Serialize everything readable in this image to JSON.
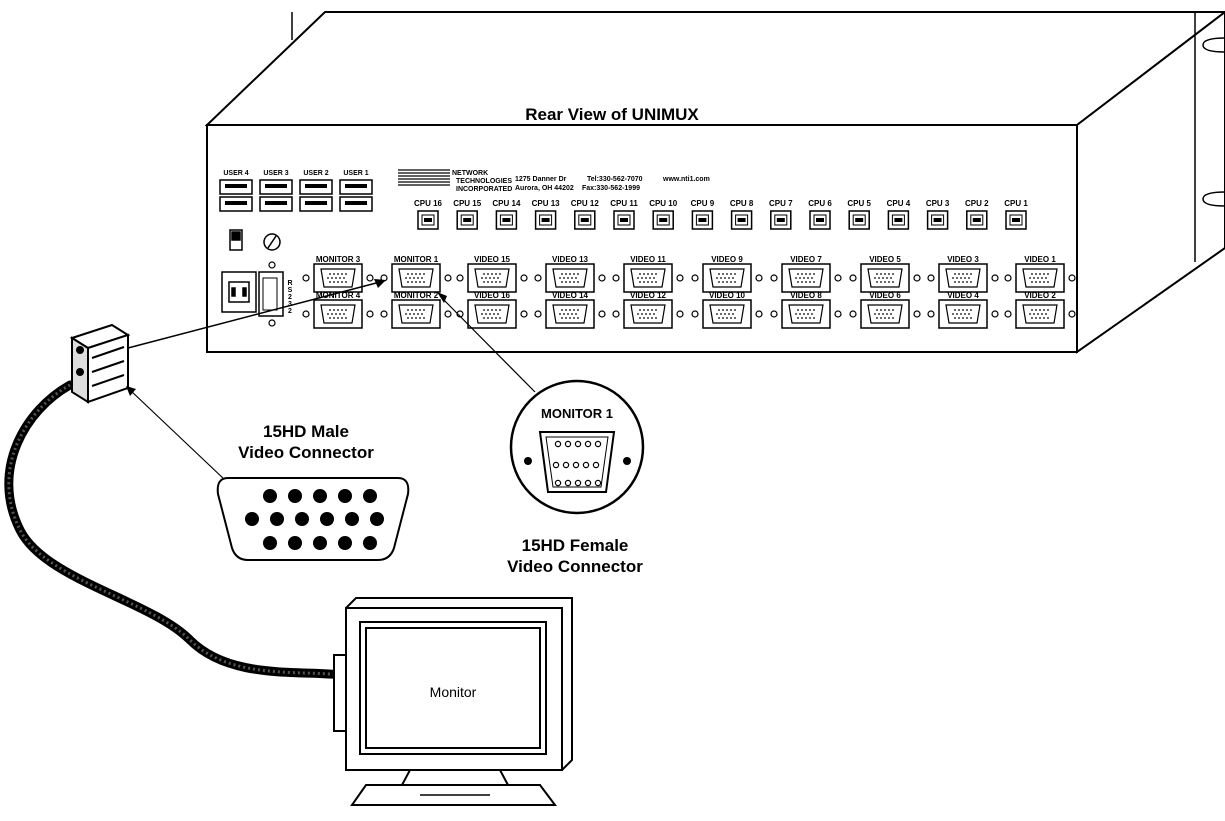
{
  "title": "Rear View of UNIMUX",
  "company": {
    "name_line1": "NETWORK",
    "name_line2": "TECHNOLOGIES",
    "name_line3": "INCORPORATED",
    "address_line1": "1275 Danner Dr",
    "address_line2": "Aurora, OH 44202",
    "tel": "Tel:330-562-7070",
    "fax": "Fax:330-562-1999",
    "web": "www.nti1.com"
  },
  "usb_ports": [
    "USER 4",
    "USER 3",
    "USER 2",
    "USER 1"
  ],
  "cpu_ports": [
    "CPU 16",
    "CPU 15",
    "CPU 14",
    "CPU 13",
    "CPU 12",
    "CPU 11",
    "CPU 10",
    "CPU 9",
    "CPU 8",
    "CPU 7",
    "CPU 6",
    "CPU 5",
    "CPU 4",
    "CPU 3",
    "CPU 2",
    "CPU 1"
  ],
  "video_top_row": [
    "MONITOR 3",
    "MONITOR 1",
    "VIDEO 15",
    "VIDEO 13",
    "VIDEO 11",
    "VIDEO 9",
    "VIDEO 7",
    "VIDEO 5",
    "VIDEO 3",
    "VIDEO 1"
  ],
  "video_bottom_row": [
    "MONITOR 4",
    "MONITOR 2",
    "VIDEO 16",
    "VIDEO 14",
    "VIDEO 12",
    "VIDEO 10",
    "VIDEO 8",
    "VIDEO 6",
    "VIDEO 4",
    "VIDEO 2"
  ],
  "rs232_label": [
    "R",
    "S",
    "2",
    "3",
    "2"
  ],
  "callout_female": {
    "port_label": "MONITOR 1",
    "caption_line1": "15HD Female",
    "caption_line2": "Video Connector"
  },
  "callout_male": {
    "caption_line1": "15HD Male",
    "caption_line2": "Video Connector"
  },
  "monitor_label": "Monitor"
}
